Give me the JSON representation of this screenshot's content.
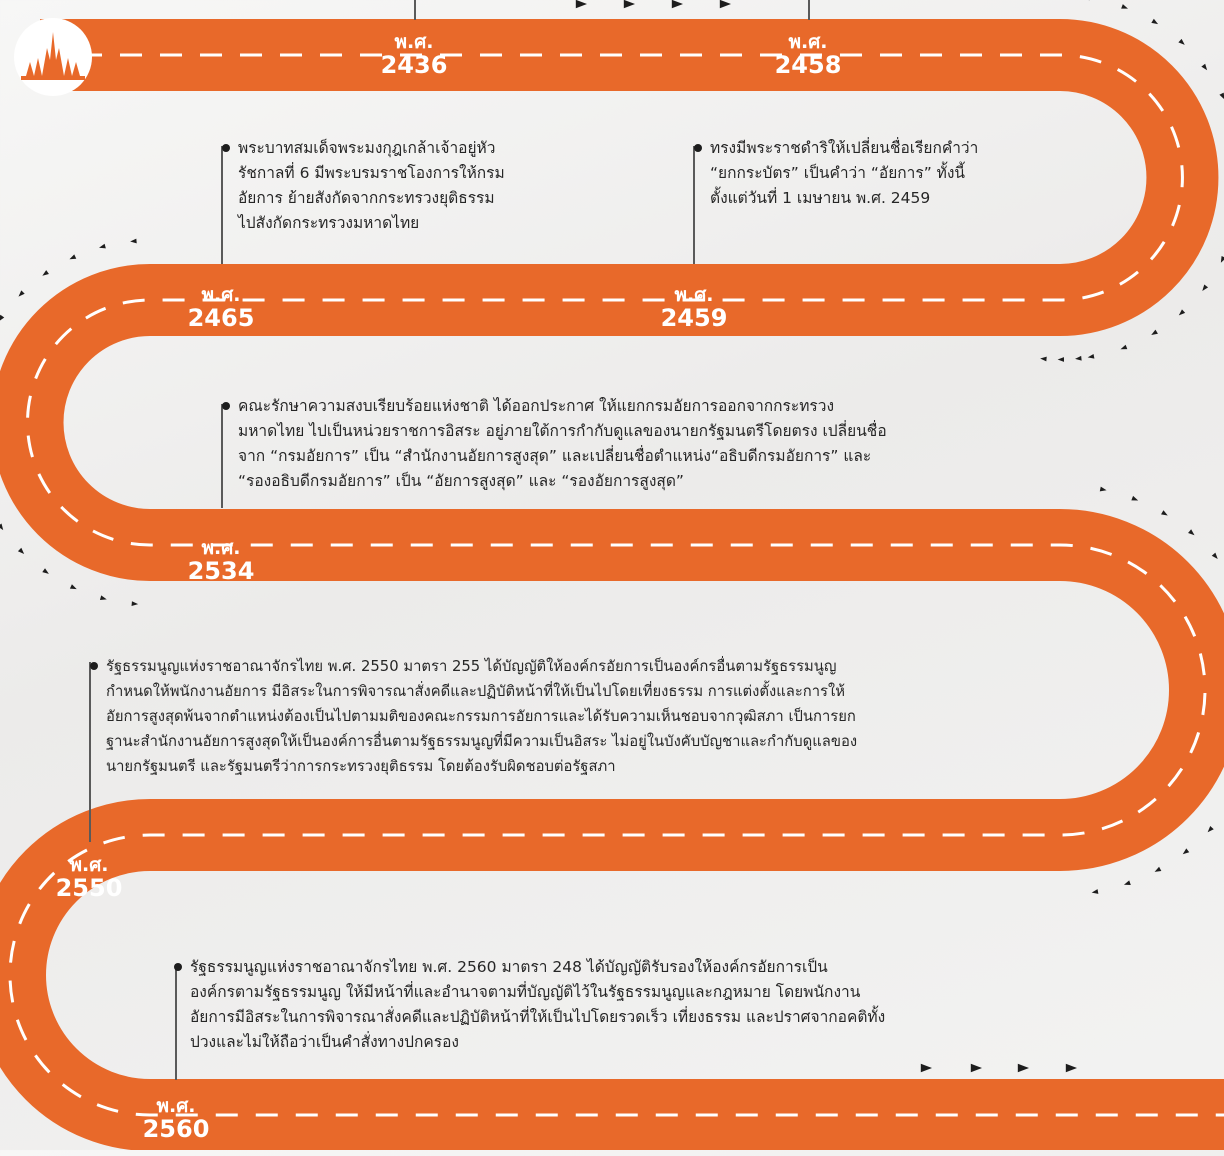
{
  "colors": {
    "road": "#e8692a",
    "lane": "#ffffff",
    "text": "#262626",
    "arrow": "#1d1d1d",
    "temple": "#e8692a"
  },
  "icons": {
    "temple": "temple-icon",
    "arrow": "arrow-icon"
  },
  "milestones": [
    {
      "era": "พ.ศ.",
      "year": "2436"
    },
    {
      "era": "พ.ศ.",
      "year": "2458"
    },
    {
      "era": "พ.ศ.",
      "year": "2459"
    },
    {
      "era": "พ.ศ.",
      "year": "2465"
    },
    {
      "era": "พ.ศ.",
      "year": "2534"
    },
    {
      "era": "พ.ศ.",
      "year": "2550"
    },
    {
      "era": "พ.ศ.",
      "year": "2560"
    }
  ],
  "events": [
    {
      "lines": [
        "พระบาทสมเด็จพระมงกุฎเกล้าเจ้าอยู่หัว",
        "รัชกาลที่ 6 มีพระบรมราชโองการให้กรม",
        "อัยการ ย้ายสังกัดจากกระทรวงยุติธรรม",
        "ไปสังกัดกระทรวงมหาดไทย"
      ]
    },
    {
      "lines": [
        "ทรงมีพระราชดำริให้เปลี่ยนชื่อเรียกคำว่า",
        "“ยกกระบัตร” เป็นคำว่า “อัยการ” ทั้งนี้",
        "ตั้งแต่วันที่ 1 เมษายน พ.ศ. 2459"
      ]
    },
    {
      "lines": [
        "คณะรักษาความสงบเรียบร้อยแห่งชาติ ได้ออกประกาศ ให้แยกกรมอัยการออกจากกระทรวง",
        "มหาดไทย ไปเป็นหน่วยราชการอิสระ อยู่ภายใต้การกำกับดูแลของนายกรัฐมนตรีโดยตรง เปลี่ยนชื่อ",
        "จาก “กรมอัยการ” เป็น “สำนักงานอัยการสูงสุด” และเปลี่ยนชื่อตำแหน่ง“อธิบดีกรมอัยการ” และ",
        "“รองอธิบดีกรมอัยการ” เป็น “อัยการสูงสุด” และ “รองอัยการสูงสุด”"
      ]
    },
    {
      "lines": [
        "รัฐธรรมนูญแห่งราชอาณาจักรไทย พ.ศ. 2550 มาตรา 255 ได้บัญญัติให้องค์กรอัยการเป็นองค์กรอื่นตามรัฐธรรมนูญ",
        "กำหนดให้พนักงานอัยการ มีอิสระในการพิจารณาสั่งคดีและปฏิบัติหน้าที่ให้เป็นไปโดยเที่ยงธรรม การแต่งตั้งและการให้",
        "อัยการสูงสุดพ้นจากตำแหน่งต้องเป็นไปตามมติของคณะกรรมการอัยการและได้รับความเห็นชอบจากวุฒิสภา เป็นการยก",
        "ฐานะสำนักงานอัยการสูงสุดให้เป็นองค์การอื่นตามรัฐธรรมนูญที่มีความเป็นอิสระ ไม่อยู่ในบังคับบัญชาและกำกับดูแลของ",
        "นายกรัฐมนตรี และรัฐมนตรีว่าการกระทรวงยุติธรรม โดยต้องรับผิดชอบต่อรัฐสภา"
      ]
    },
    {
      "lines": [
        "รัฐธรรมนูญแห่งราชอาณาจักรไทย พ.ศ. 2560 มาตรา 248 ได้บัญญัติรับรองให้องค์กรอัยการเป็น",
        "องค์กรตามรัฐธรรมนูญ ให้มีหน้าที่และอำนาจตามที่บัญญัติไว้ในรัฐธรรมนูญและกฎหมาย โดยพนักงาน",
        "อัยการมีอิสระในการพิจารณาสั่งคดีและปฏิบัติหน้าที่ให้เป็นไปโดยรวดเร็ว เที่ยงธรรม และปราศจากอคติทั้ง",
        "ปวงและไม่ให้ถือว่าเป็นคำสั่งทางปกครอง"
      ]
    }
  ]
}
